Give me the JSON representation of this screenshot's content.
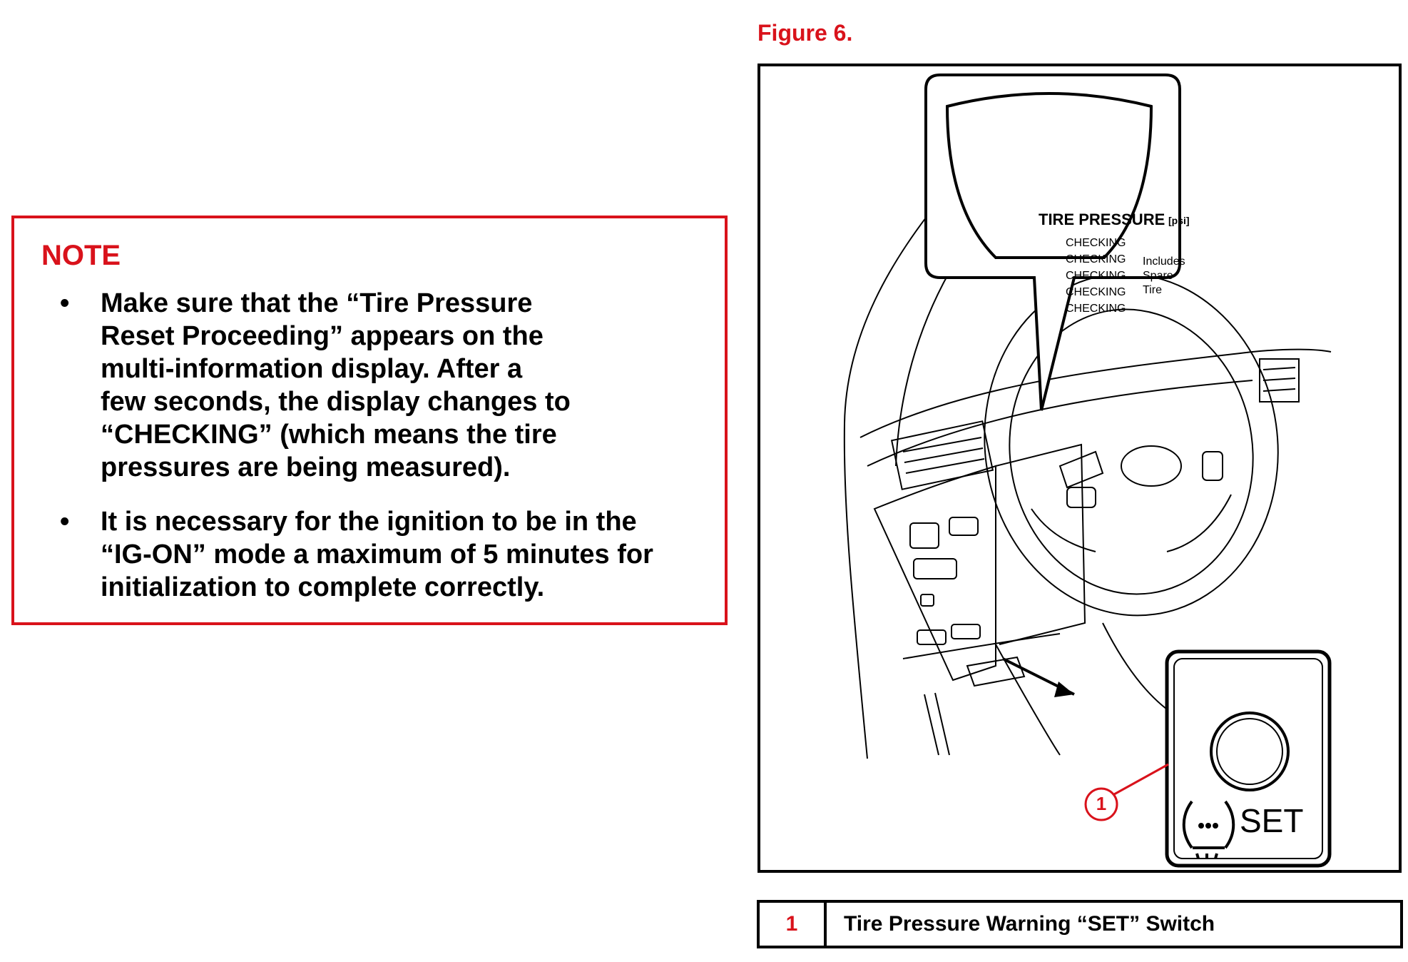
{
  "note": {
    "title": "NOTE",
    "bullets": [
      {
        "lines": [
          "Make sure that the “Tire Pressure",
          "Reset Proceeding” appears on the",
          "multi-information display.  After a",
          "few seconds, the display changes to",
          "“CHECKING” (which means the tire",
          "pressures are being measured)."
        ]
      },
      {
        "lines": [
          "It is necessary for the ignition to be in the",
          "“IG-ON” mode a maximum of 5 minutes for",
          "initialization to complete correctly."
        ]
      }
    ]
  },
  "figure": {
    "caption": "Figure 6.",
    "display": {
      "title": "TIRE PRESSURE",
      "unit": "[psi]",
      "rows": [
        "CHECKING",
        "CHECKING",
        "CHECKING",
        "CHECKING",
        "CHECKING"
      ],
      "side_note": [
        "Includes",
        "Spare",
        "Tire"
      ]
    },
    "switch": {
      "label": "SET",
      "callout": "1"
    }
  },
  "legend": {
    "number": "1",
    "label": "Tire Pressure Warning “SET” Switch"
  },
  "colors": {
    "accent": "#d9121b",
    "line": "#000000"
  }
}
